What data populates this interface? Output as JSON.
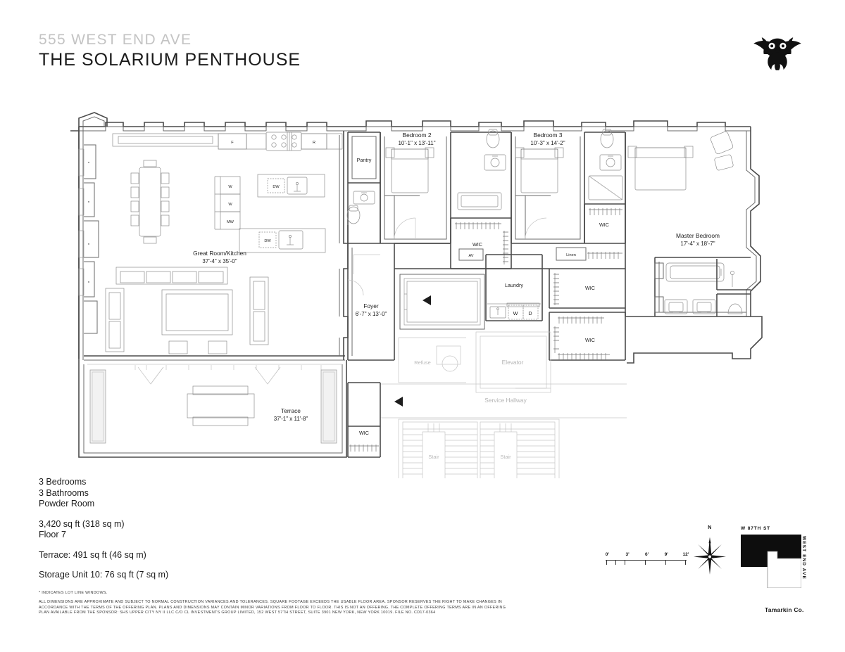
{
  "header": {
    "address": "555 WEST END AVE",
    "title": "THE SOLARIUM PENTHOUSE",
    "logo_icon": "owl-logo-icon"
  },
  "summary": {
    "bedrooms": "3 Bedrooms",
    "bathrooms": "3 Bathrooms",
    "powder_room": "Powder Room",
    "area": "3,420 sq ft (318 sq m)",
    "floor": "Floor 7",
    "terrace": "Terrace: 491 sq ft (46 sq m)",
    "storage": "Storage Unit 10: 76 sq ft (7 sq m)"
  },
  "footnotes": {
    "lot_line": "* INDICATES LOT LINE WINDOWS.",
    "disclaimer": "ALL DIMENSIONS ARE APPROXIMATE AND SUBJECT TO NORMAL CONSTRUCTION VARIANCES AND TOLERANCES. SQUARE FOOTAGE EXCEEDS THE USABLE FLOOR AREA. SPONSOR RESERVES THE RIGHT TO MAKE CHANGES IN ACCORDANCE WITH THE TERMS OF THE OFFERING PLAN. PLANS AND DIMENSIONS MAY CONTAIN MINOR VARIATIONS FROM FLOOR TO FLOOR. THIS IS NOT AN OFFERING. THE COMPLETE OFFERING TERMS ARE IN AN OFFERING PLAN AVAILABLE FROM THE SPONSOR: SHS UPPER CITY NY II LLC C/O CL INVESTMENTS GROUP LIMITED,  152 WEST 57TH STREET, SUITE 3901 NEW YORK, NEW YORK 10019. FILE NO. CD17-0364",
    "credit": "Tamarkin Co."
  },
  "scale_bar": {
    "ticks": [
      "0'",
      "3'",
      "6'",
      "9'",
      "12'"
    ]
  },
  "compass": {
    "north_label": "N",
    "icon": "compass-rose-icon"
  },
  "key_map": {
    "street_top": "W 87TH ST",
    "street_right": "WEST END AVE"
  },
  "plan": {
    "rooms": [
      {
        "name": "Great Room/Kitchen",
        "dim": "37'-4\" x 35'-0\""
      },
      {
        "name": "Bedroom 2",
        "dim": "10'-1\" x 13'-11\""
      },
      {
        "name": "Bedroom 3",
        "dim": "10'-3\" x 14'-2\""
      },
      {
        "name": "Master Bedroom",
        "dim": "17'-4\" x 18'-7\""
      },
      {
        "name": "Foyer",
        "dim": "6'-7\" x 13'-0\""
      },
      {
        "name": "Terrace",
        "dim": "37'-1\" x 11'-8\""
      }
    ],
    "labels": {
      "pantry": "Pantry",
      "laundry": "Laundry",
      "linen": "Linen",
      "av": "AV",
      "wic": "WIC",
      "elevator": "Elevator",
      "refuse": "Refuse",
      "service_hallway": "Service Hallway",
      "stair": "Stair",
      "washer": "W",
      "dryer": "D",
      "fridge": "F",
      "range": "R",
      "microwave": "MW",
      "dishwasher": "DW",
      "lot_line_mark": "*"
    }
  }
}
